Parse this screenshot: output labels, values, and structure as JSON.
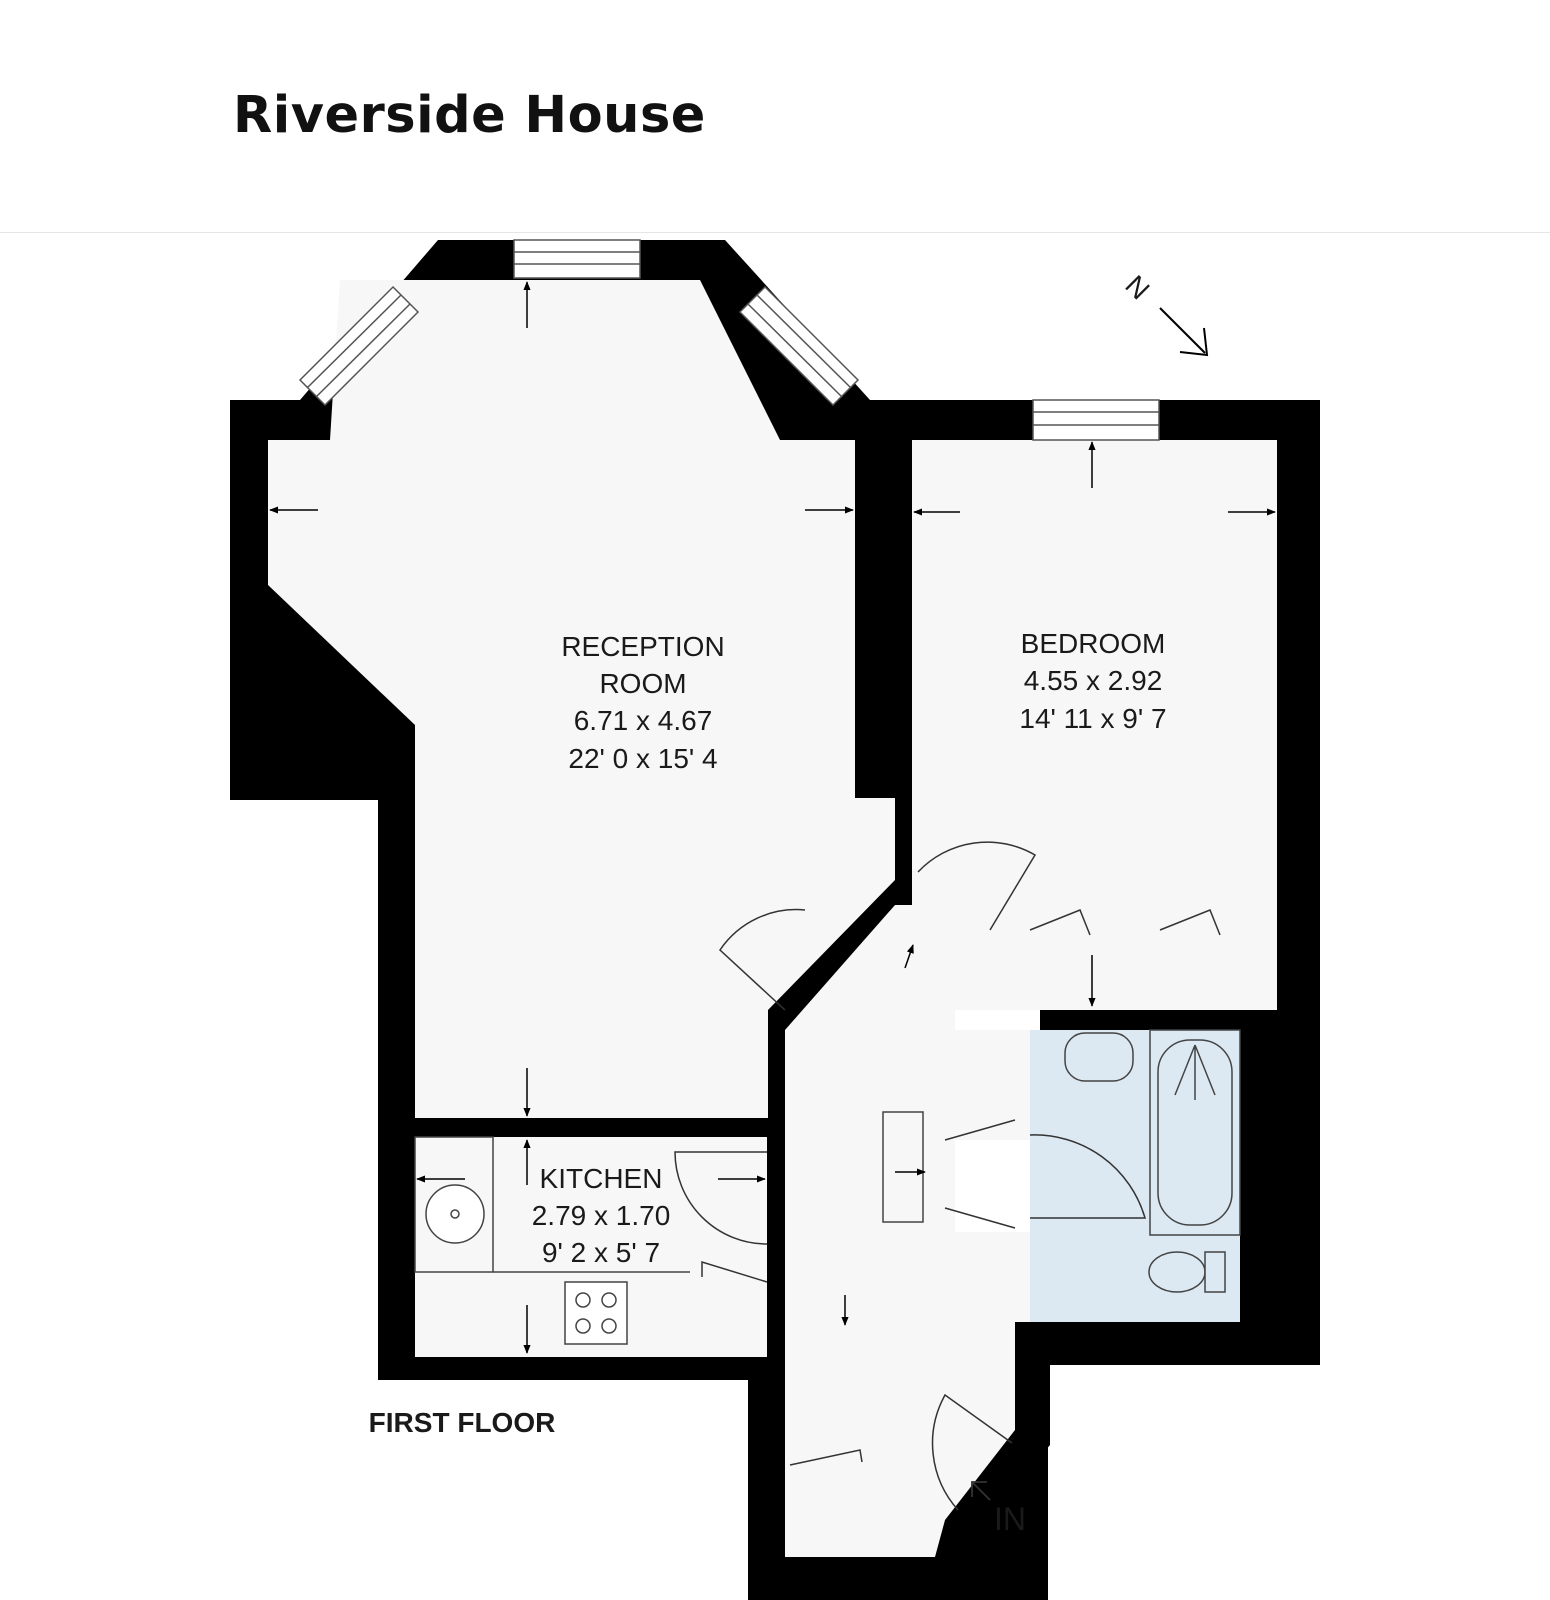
{
  "header": {
    "title": "Riverside House"
  },
  "floor_label": "FIRST FLOOR",
  "entrance_label": "IN",
  "compass_label": "N",
  "rooms": {
    "reception": {
      "name_line1": "RECEPTION",
      "name_line2": "ROOM",
      "metric": "6.71 x 4.67",
      "imperial": "22' 0 x 15' 4"
    },
    "bedroom": {
      "name": "BEDROOM",
      "metric": "4.55 x 2.92",
      "imperial": "14' 11 x 9' 7"
    },
    "kitchen": {
      "name": "KITCHEN",
      "metric": "2.79 x 1.70",
      "imperial": "9' 2 x 5' 7"
    }
  },
  "colors": {
    "wall": "#000000",
    "floor": "#f7f7f7",
    "bathroom": "#dce9f3",
    "background": "#ffffff"
  }
}
